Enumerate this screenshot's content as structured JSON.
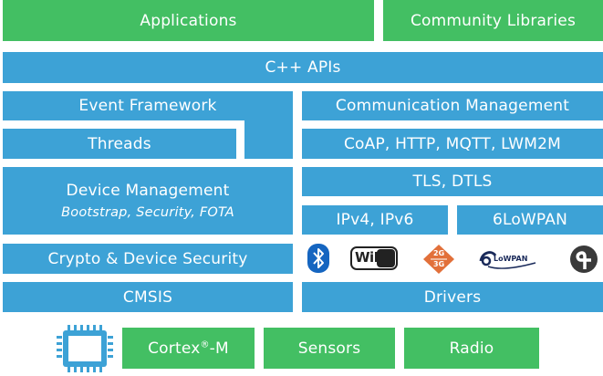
{
  "top": {
    "applications": "Applications",
    "community_libraries": "Community Libraries"
  },
  "cpp_apis": "C++ APIs",
  "left": {
    "event_framework": "Event Framework",
    "threads": "Threads",
    "device_management": "Device Management",
    "device_management_sub": "Bootstrap, Security, FOTA",
    "crypto": "Crypto & Device Security",
    "cmsis": "CMSIS"
  },
  "right": {
    "communication_management": "Communication Management",
    "protocols": "CoAP, HTTP, MQTT, LWM2M",
    "tls": "TLS, DTLS",
    "ipv": "IPv4, IPv6",
    "lowpan": "6LoWPAN",
    "drivers": "Drivers"
  },
  "icons": {
    "wifi_text": "WiFi",
    "cellular_top": "2G",
    "cellular_bottom": "3G",
    "lowpan_logo": "LoWPAN",
    "names": [
      "bluetooth-icon",
      "wifi-icon",
      "cellular-2g-3g-icon",
      "6lowpan-icon",
      "thread-icon"
    ]
  },
  "bottom": {
    "cortex_prefix": "Cortex",
    "cortex_reg": "®",
    "cortex_suffix": "-M",
    "sensors": "Sensors",
    "radio": "Radio"
  },
  "colors": {
    "green": "#43bf63",
    "blue": "#3da2d6"
  }
}
